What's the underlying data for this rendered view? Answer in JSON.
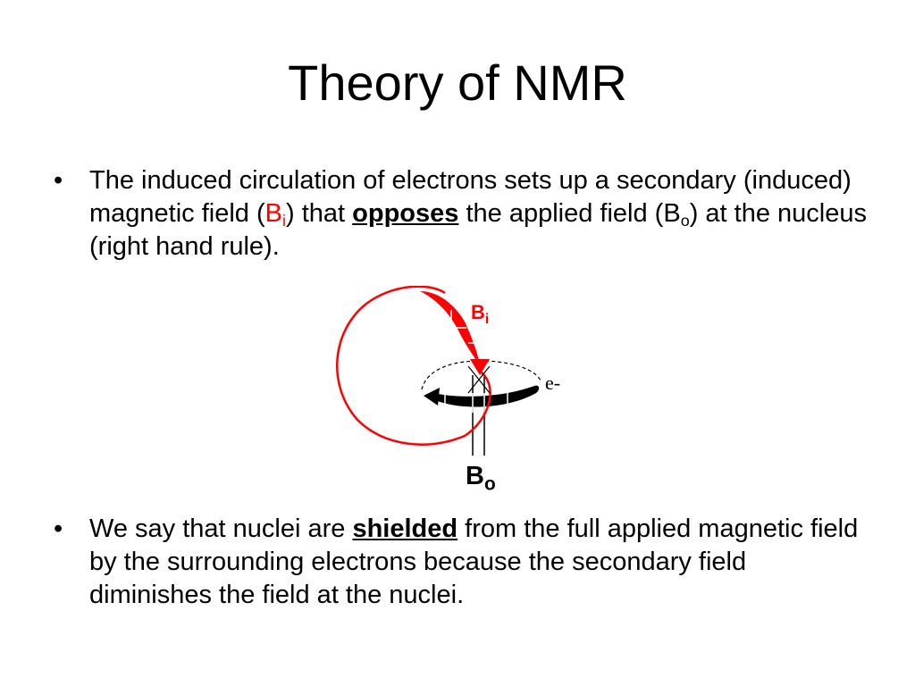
{
  "slide": {
    "title": "Theory of NMR",
    "bullet_char": "•",
    "bullet1": {
      "part1": "The induced circulation of electrons sets up a secondary (induced) magnetic field (",
      "bi_main": "B",
      "bi_sub": "i",
      "part2": ") that ",
      "emphasis": "opposes",
      "part3": " the applied field (B",
      "bo_sub": "o",
      "part4": ") at the nucleus (right hand rule)."
    },
    "bullet2": {
      "part1": "We say that nuclei are ",
      "emphasis": "shielded",
      "part2": " from the full applied magnetic field by the surrounding electrons because the secondary field diminishes the field at the nuclei."
    }
  },
  "diagram": {
    "label_bi_main": "B",
    "label_bi_sub": "i",
    "label_electron": "e-",
    "label_bo_main": "B",
    "label_bo_sub": "o",
    "colors": {
      "field_loop": "#ff0000",
      "electron_orbit": "#000000"
    }
  }
}
